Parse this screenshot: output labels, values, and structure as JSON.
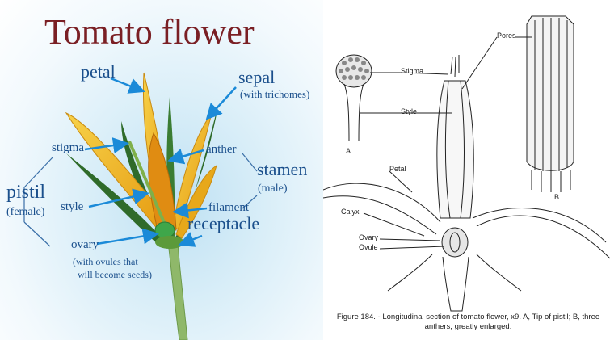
{
  "left": {
    "title": "Tomato flower",
    "labels": {
      "petal": "petal",
      "sepal": "sepal",
      "sepal_note": "(with trichomes)",
      "stigma": "stigma",
      "anther": "anther",
      "stamen": "stamen",
      "stamen_note": "(male)",
      "pistil": "pistil",
      "pistil_note": "(female)",
      "style": "style",
      "filament": "filament",
      "receptacle": "receptacle",
      "ovary": "ovary",
      "ovary_note_1": "(with ovules that",
      "ovary_note_2": "will become seeds)"
    }
  },
  "right": {
    "labels": {
      "stigma": "Stigma",
      "style": "Style",
      "pores": "Pores",
      "a": "A",
      "b": "B",
      "petal": "Petal",
      "calyx": "Calyx",
      "ovary": "Ovary",
      "ovule": "Ovule"
    },
    "caption": "Figure 184. - Longitudinal section of tomato flower, x9. A, Tip of pistil; B, three anthers, greatly enlarged."
  },
  "colors": {
    "title": "#7a1f24",
    "label_blue": "#1a4f8c",
    "arrow_blue": "#1b8ad8",
    "petal_yellow": "#f2b51c",
    "sepal_green": "#2f6b2a"
  }
}
